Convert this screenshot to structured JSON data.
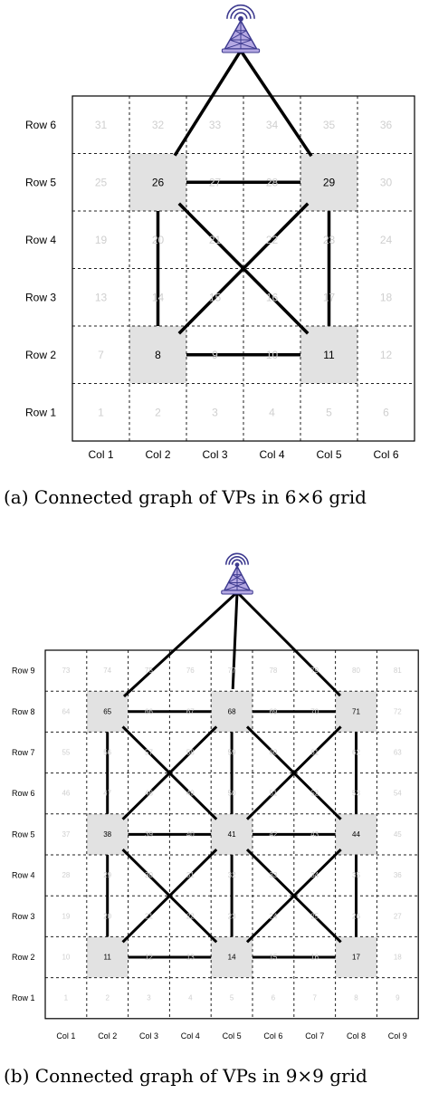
{
  "colors": {
    "vp_fill": "#e2e2e2",
    "inactive_text": "#cfcfcf",
    "tower_fill": "#b5a9e3",
    "tower_stroke": "#3d3a8f",
    "edge": "#000000"
  },
  "icons": [
    "antenna-tower-icon"
  ],
  "figures": [
    {
      "id": "a",
      "n": 6,
      "caption": "(a) Connected graph of VPs in 6×6 grid",
      "row_labels": [
        "Row 1",
        "Row 2",
        "Row 3",
        "Row 4",
        "Row 5",
        "Row 6"
      ],
      "col_labels": [
        "Col 1",
        "Col 2",
        "Col 3",
        "Col 4",
        "Col 5",
        "Col 6"
      ],
      "vps": [
        8,
        11,
        26,
        29
      ],
      "tower_links": [
        26,
        29
      ],
      "edges": [
        [
          8,
          26
        ],
        [
          11,
          29
        ],
        [
          8,
          11
        ],
        [
          26,
          29
        ],
        [
          8,
          29
        ],
        [
          11,
          26
        ]
      ]
    },
    {
      "id": "b",
      "n": 9,
      "caption": "(b) Connected graph of VPs in 9×9 grid",
      "row_labels": [
        "Row 1",
        "Row 2",
        "Row 3",
        "Row 4",
        "Row 5",
        "Row 6",
        "Row 7",
        "Row 8",
        "Row 9"
      ],
      "col_labels": [
        "Col 1",
        "Col 2",
        "Col 3",
        "Col 4",
        "Col 5",
        "Col 6",
        "Col 7",
        "Col 8",
        "Col 9"
      ],
      "vps": [
        11,
        14,
        17,
        38,
        41,
        44,
        65,
        68,
        71
      ],
      "tower_links": [
        65,
        68,
        71
      ],
      "edges": [
        [
          65,
          68
        ],
        [
          68,
          71
        ],
        [
          38,
          41
        ],
        [
          41,
          44
        ],
        [
          11,
          14
        ],
        [
          14,
          17
        ],
        [
          65,
          38
        ],
        [
          38,
          11
        ],
        [
          68,
          41
        ],
        [
          41,
          14
        ],
        [
          71,
          44
        ],
        [
          44,
          17
        ],
        [
          65,
          41
        ],
        [
          68,
          38
        ],
        [
          68,
          44
        ],
        [
          71,
          41
        ],
        [
          38,
          14
        ],
        [
          41,
          11
        ],
        [
          41,
          17
        ],
        [
          44,
          14
        ]
      ]
    }
  ]
}
